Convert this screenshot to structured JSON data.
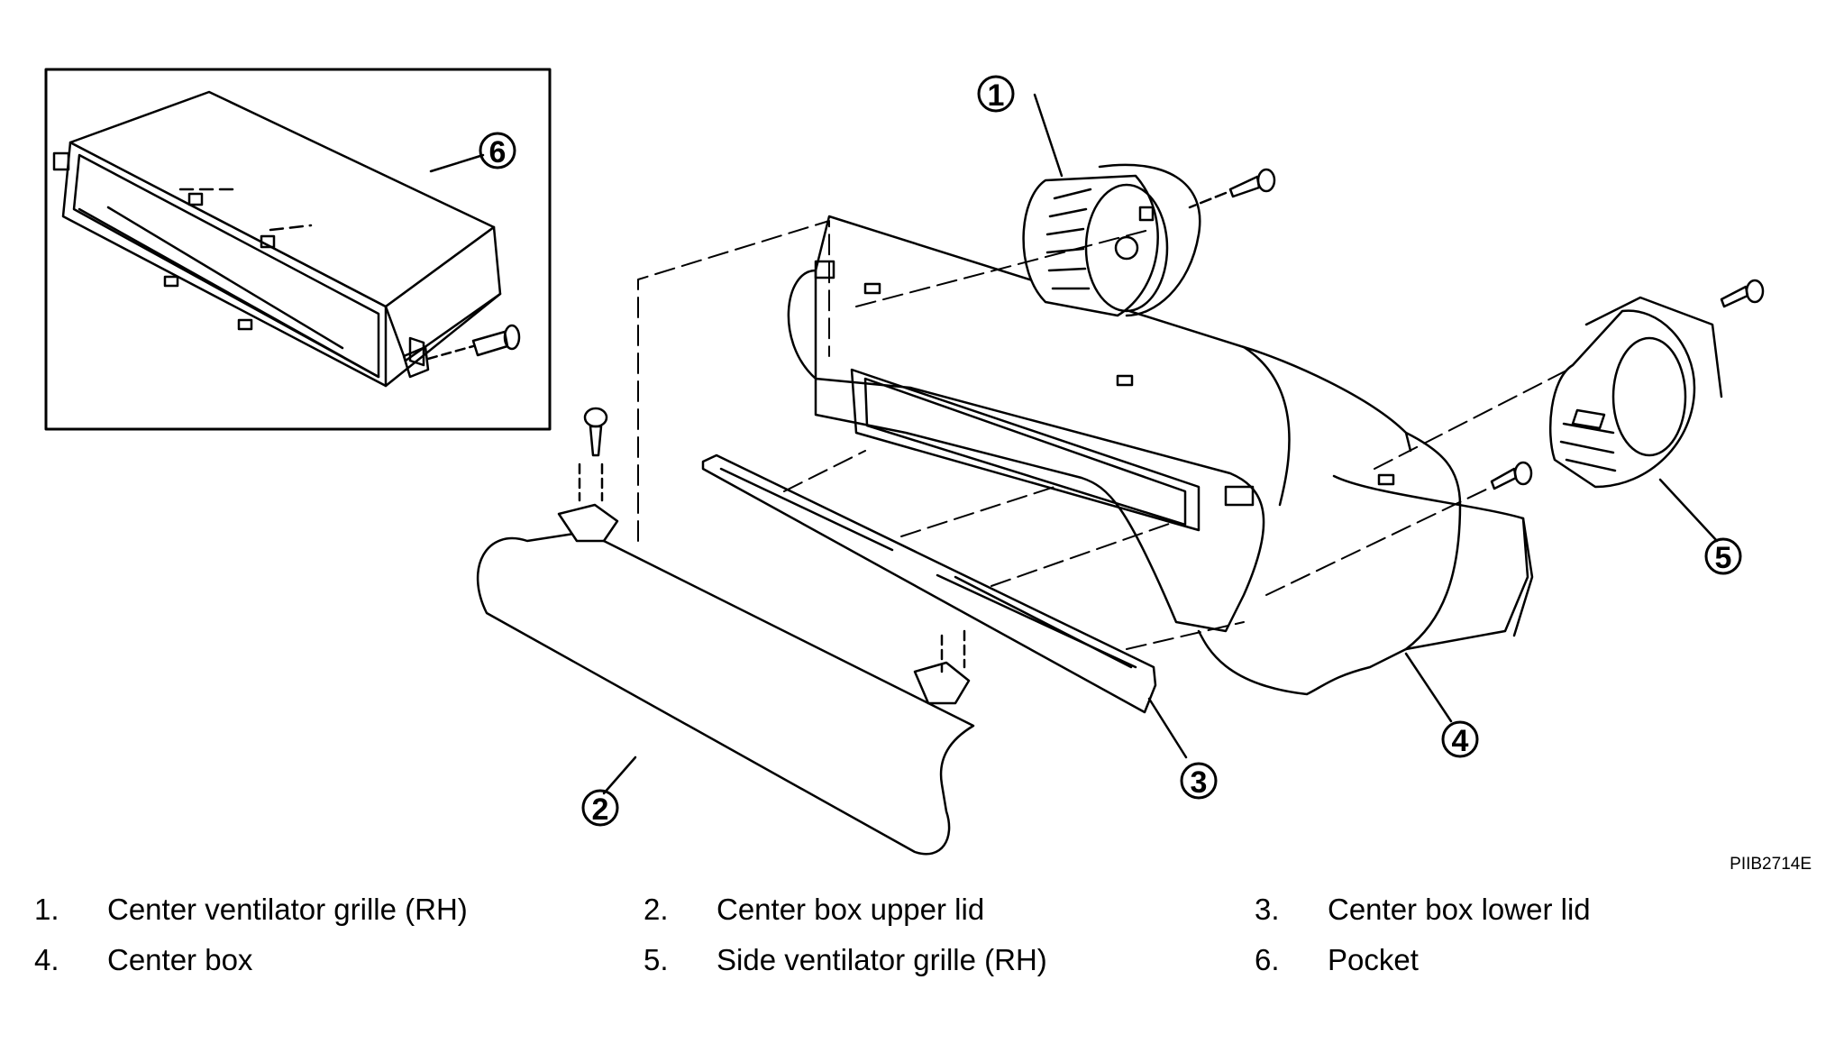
{
  "diagram": {
    "callouts": [
      "1",
      "2",
      "3",
      "4",
      "5",
      "6"
    ],
    "reference_code": "PIIB2714E"
  },
  "legend": [
    {
      "number": "1.",
      "label": "Center ventilator grille (RH)"
    },
    {
      "number": "2.",
      "label": "Center box upper lid"
    },
    {
      "number": "3.",
      "label": "Center box lower lid"
    },
    {
      "number": "4.",
      "label": "Center box"
    },
    {
      "number": "5.",
      "label": "Side ventilator grille (RH)"
    },
    {
      "number": "6.",
      "label": "Pocket"
    }
  ]
}
